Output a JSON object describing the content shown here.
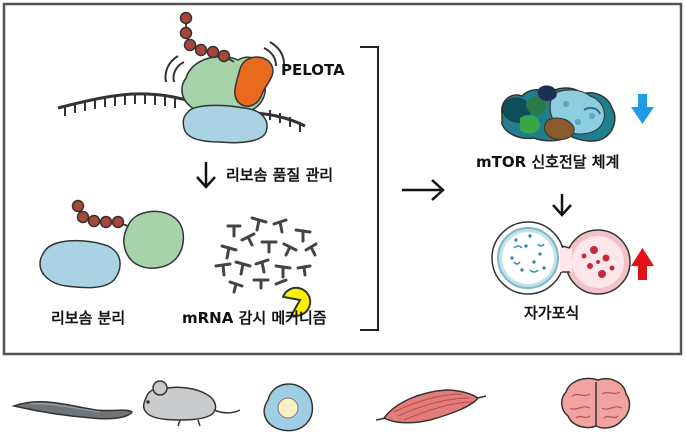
{
  "labels": {
    "pelota": "PELOTA",
    "quality_control": "리보솜 품질 관리",
    "ribosome_dissociation": "리보솜 분리",
    "mrna_surveillance": "mRNA 감시 메커니즘",
    "mtor_signaling": "mTOR 신호전달 체계",
    "autophagy": "자가포식"
  },
  "indicators": {
    "mtor": {
      "direction": "down",
      "color": "#1e9be3"
    },
    "autophagy": {
      "direction": "up",
      "color": "#e3101a"
    }
  },
  "colors": {
    "frame": "#555555",
    "ribosome_green": "#a6d3a9",
    "ribosome_blue": "#a9d3e3",
    "pelota_orange": "#e86a1f",
    "peptide_bead": "#a84738",
    "text": "#111111"
  },
  "organisms": [
    {
      "name": "worm-icon"
    },
    {
      "name": "mouse-icon"
    },
    {
      "name": "cell-icon"
    },
    {
      "name": "muscle-icon"
    },
    {
      "name": "brain-icon"
    }
  ]
}
